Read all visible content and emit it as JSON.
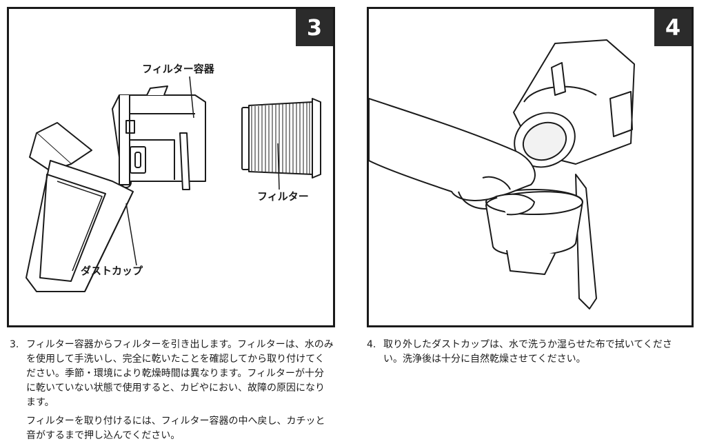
{
  "panels": [
    {
      "badge": "3",
      "labels": {
        "filter_case": "フィルター容器",
        "filter": "フィルター",
        "dust_cup": "ダストカップ"
      }
    },
    {
      "badge": "4"
    }
  ],
  "steps": [
    {
      "number": "3.",
      "paragraphs": [
        "フィルター容器からフィルターを引き出します。フィルターは、水のみを使用して手洗いし、完全に乾いたことを確認してから取り付けてください。季節・環境により乾燥時間は異なります。フィルターが十分に乾いていない状態で使用すると、カビやにおい、故障の原因になります。",
        "フィルターを取り付けるには、フィルター容器の中へ戻し、カチッと音がするまで押し込んでください。"
      ]
    },
    {
      "number": "4.",
      "paragraphs": [
        "取り外したダストカップは、水で洗うか湿らせた布で拭いてください。洗浄後は十分に自然乾燥させてください。"
      ]
    }
  ]
}
